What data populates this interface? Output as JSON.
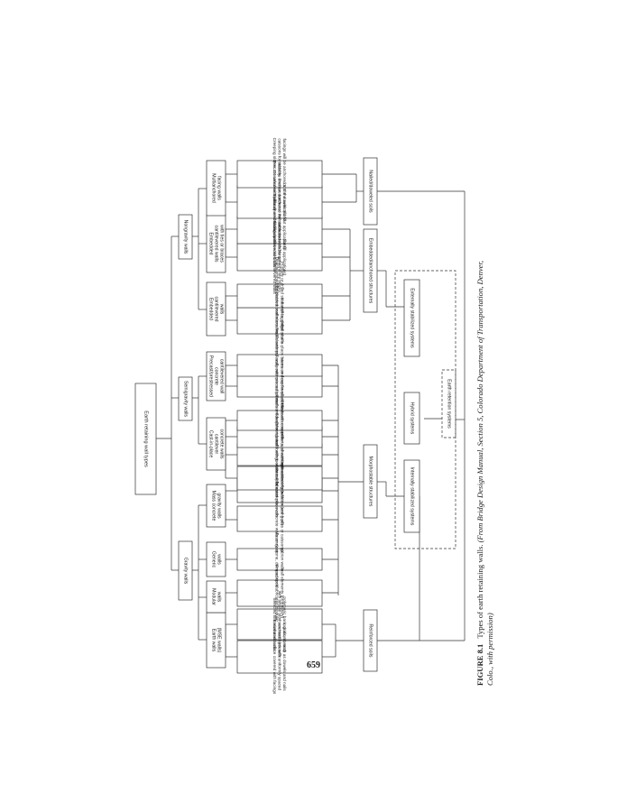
{
  "diagram": {
    "root": "Earth retaining wall types",
    "categories": {
      "gravity": "Gravity walls",
      "semigravity": "Semigravity walls",
      "nongravity": "Nongravity walls"
    },
    "subtypes": {
      "earth_walls": [
        "Earth walls",
        "(MSE walls)"
      ],
      "modular": [
        "Modular",
        "walls"
      ],
      "generic": [
        "Generic",
        "walls"
      ],
      "mass_concrete": [
        "Mass concrete",
        "gravity walls"
      ],
      "cip_cantilever": [
        "Cast-in-place",
        "cantilever",
        "concrete walls"
      ],
      "precast": [
        "Precast/prestressed",
        "concrete",
        "cantilevered wall"
      ],
      "embedded_cant": [
        "Embedded",
        "cantilevered",
        "walls"
      ],
      "embedded_ties": [
        "Embedded",
        "cantilevered walls",
        "with ties or braces"
      ],
      "multianchored": [
        "Multianchored",
        "facing walls"
      ]
    },
    "descriptions": {
      "earth_walls": [
        "Selected fills reinforced soils",
        "with tensile reinforcements (metallic",
        "polymeric bars, grids, sheets)"
      ],
      "earth_walls_b": [
        "Excavated surface covered with facings",
        "and tied back with uniformly spaced",
        "inclusions, such as dowels and nails"
      ],
      "modular": [
        "Precast/prefabricated modular",
        "wall elements (proprietary)"
      ],
      "generic": [
        "Masonry, stone, dumped rock,",
        "gabion walls"
      ],
      "mass_a": [
        "Cast-in-place concrete walls",
        "on spread footing (with toe and heel)"
      ],
      "mass_b": [
        "Cast-in-place concrete walls on deep",
        "foundation (using piles or caissons)"
      ],
      "cip_a": [
        "L-walls can be used",
        "with counterforts"
      ],
      "cip_b": [
        "Invert L-walls with toe cover. Fills",
        "can be used with buttresses"
      ],
      "cip_c": [
        "T-walls on spread footing.",
        "Use with counterforts, shear keys"
      ],
      "cip_d": [
        "T-walls on deep foundation",
        "Drilled caissons, piles"
      ],
      "precast_a": [
        "T-walls with precast/postensioned",
        "stems and cast-in-place bases"
      ],
      "precast_b": [
        "T-walls with precast/postensioned stems",
        "and cast-in-place bases on deep foundations"
      ],
      "emb_a": [
        "Embedded continuous wall elements,",
        "sheet piles, drilled shafts"
      ],
      "emb_b": [
        "Deeply embedded discrete wall elements.",
        "In-place or drilled shaft with laggings"
      ],
      "tie_a": [
        "Shallowly embedded cantilevered walls",
        "anchored with buried concrete blocks",
        "(for fill applications)"
      ],
      "tie_b": [
        "Shallowly embedded cantilevered walls",
        "anchored with tiebacks to stable zone",
        "(for cut applications)"
      ],
      "multi_a": [
        "Precast concrete multianchored facings with",
        "tiebacks anchored either to the stable zone",
        "or to the selected fill"
      ],
      "multi_b": [
        "Creeping slopes. Doweled with piles or",
        "caissons for stability. Precast concrete",
        "facings will be anchored to the dowels"
      ]
    },
    "structures": {
      "reinforced": "Reinforced soils",
      "morphostable": "Morphostable structures",
      "embedded": "Embedded/anchored structures",
      "nailed": "Nailed/doweled soils"
    },
    "systems": {
      "internal": "Internally stabilized systems",
      "hybrid": "Hybrid systems",
      "external": "Externally stabilized systems",
      "retention": "Earth retention systems"
    }
  },
  "page_number": "659",
  "caption": {
    "label": "FIGURE 8.1",
    "text": "Types of earth retaining walls.",
    "source": "(From Bridge Design Manual, Section 5, Colorado Department of Transportation, Denver, Colo., with permission)"
  }
}
